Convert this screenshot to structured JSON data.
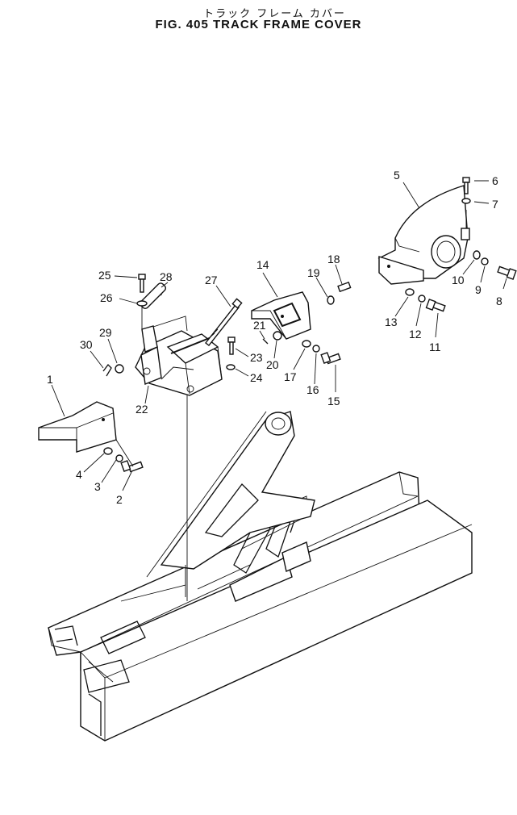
{
  "figure": {
    "title_jp": "トラック フレーム カバー",
    "title_en": "FIG. 405  TRACK  FRAME  COVER"
  },
  "callouts": {
    "c1": "1",
    "c2": "2",
    "c3": "3",
    "c4": "4",
    "c5": "5",
    "c6": "6",
    "c7": "7",
    "c8": "8",
    "c9": "9",
    "c10": "10",
    "c11": "11",
    "c12": "12",
    "c13": "13",
    "c14": "14",
    "c15": "15",
    "c16": "16",
    "c17": "17",
    "c18": "18",
    "c19": "19",
    "c20": "20",
    "c21": "21",
    "c22": "22",
    "c23": "23",
    "c24": "24",
    "c25": "25",
    "c26": "26",
    "c27": "27",
    "c28": "28",
    "c29": "29",
    "c30": "30"
  }
}
